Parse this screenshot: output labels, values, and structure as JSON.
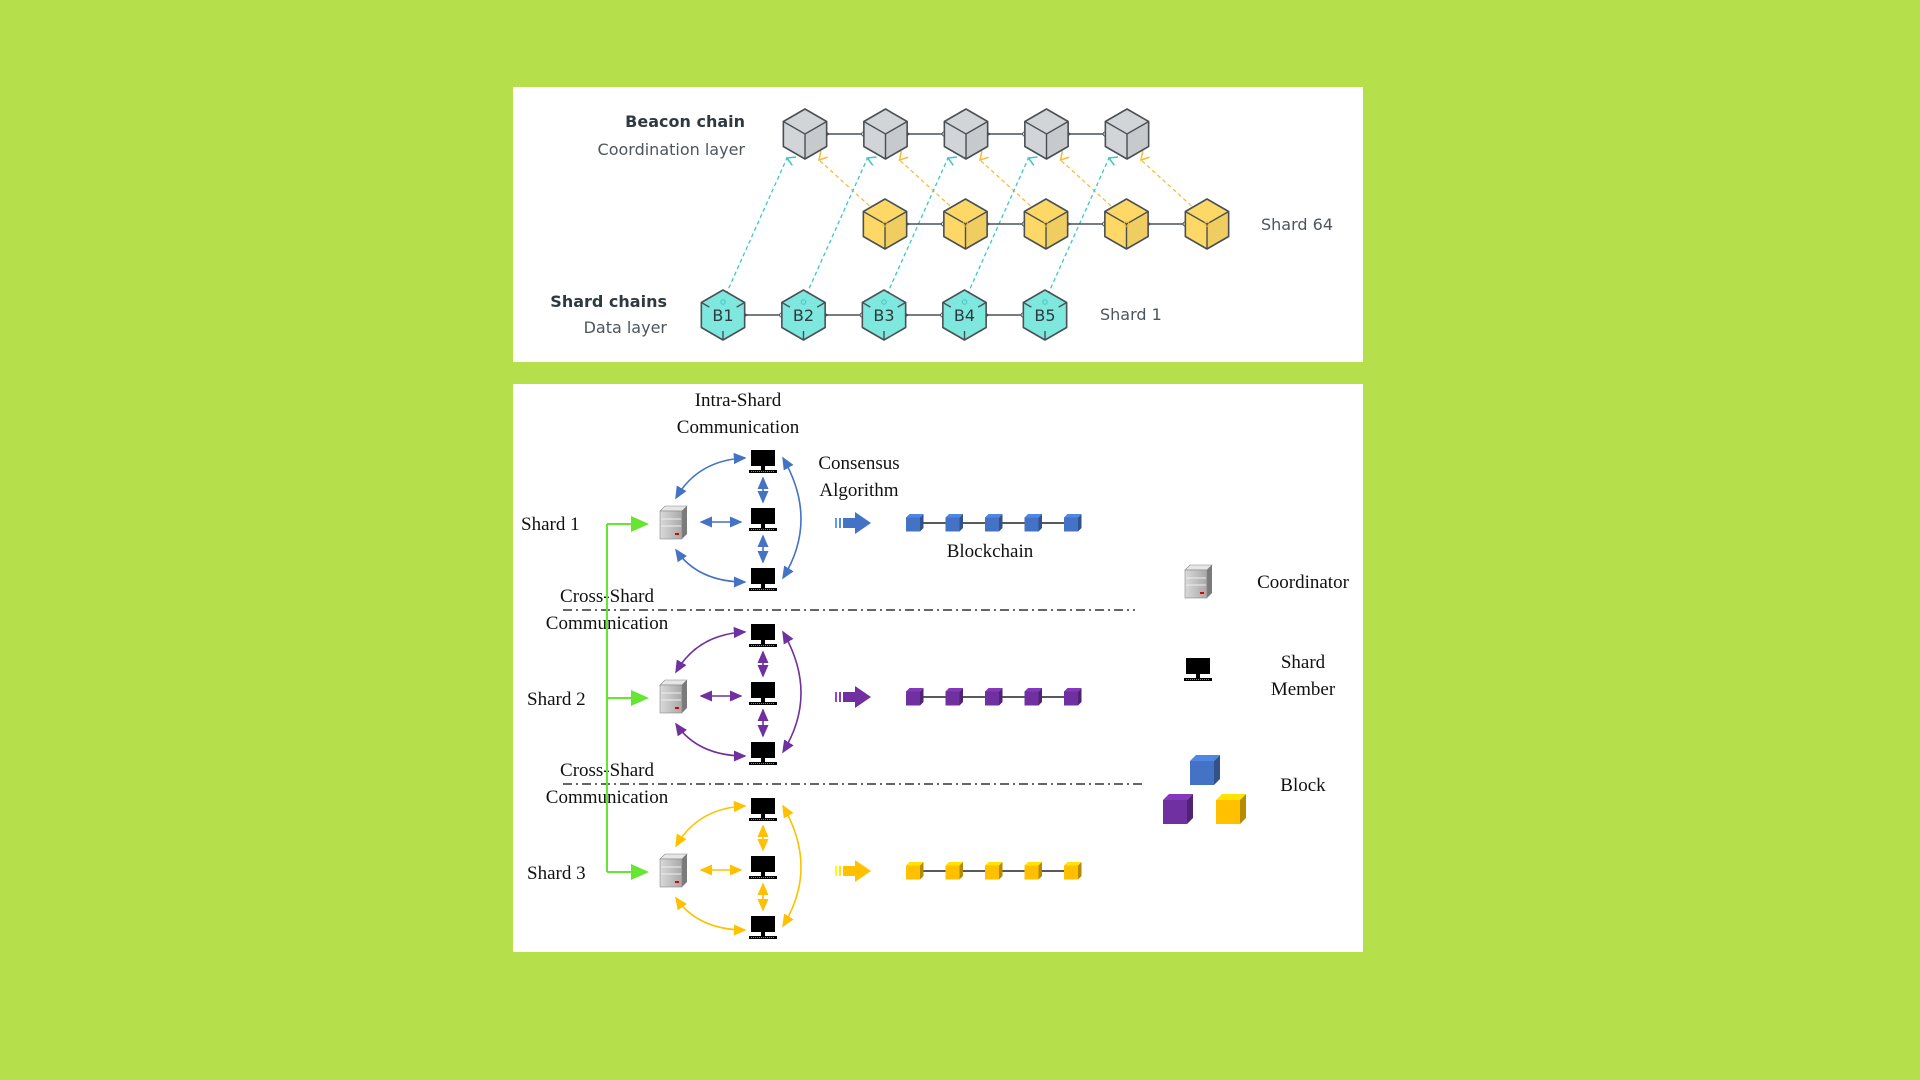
{
  "top_diagram": {
    "beacon": {
      "title": "Beacon chain",
      "subtitle": "Coordination layer",
      "block_count": 5,
      "color": "#d1d5d8"
    },
    "shard64": {
      "label": "Shard 64",
      "block_count": 5,
      "color": "#fdd866"
    },
    "shard1": {
      "label": "Shard 1",
      "blocks": [
        "B1",
        "B2",
        "B3",
        "B4",
        "B5"
      ],
      "color": "#7fe8de"
    },
    "shard_chains": {
      "title": "Shard chains",
      "subtitle": "Data layer"
    },
    "link_colors": {
      "shard1": "#3cc8c4",
      "shard64": "#f7bd3a",
      "chain": "#4a5156"
    }
  },
  "bottom_diagram": {
    "intra_label": [
      "Intra-Shard",
      "Communication"
    ],
    "consensus_label": [
      "Consensus",
      "Algorithm"
    ],
    "blockchain_label": "Blockchain",
    "cross_shard_label": [
      "Cross-Shard",
      "Communication"
    ],
    "shards": [
      {
        "label": "Shard 1",
        "color": "#4472c4"
      },
      {
        "label": "Shard 2",
        "color": "#7030a0"
      },
      {
        "label": "Shard 3",
        "color": "#ffc000"
      }
    ],
    "blocks_per_chain": 5,
    "cross_link_color": "#66e633",
    "legend": {
      "coordinator": "Coordinator",
      "shard_member": [
        "Shard",
        "Member"
      ],
      "block": "Block"
    }
  }
}
